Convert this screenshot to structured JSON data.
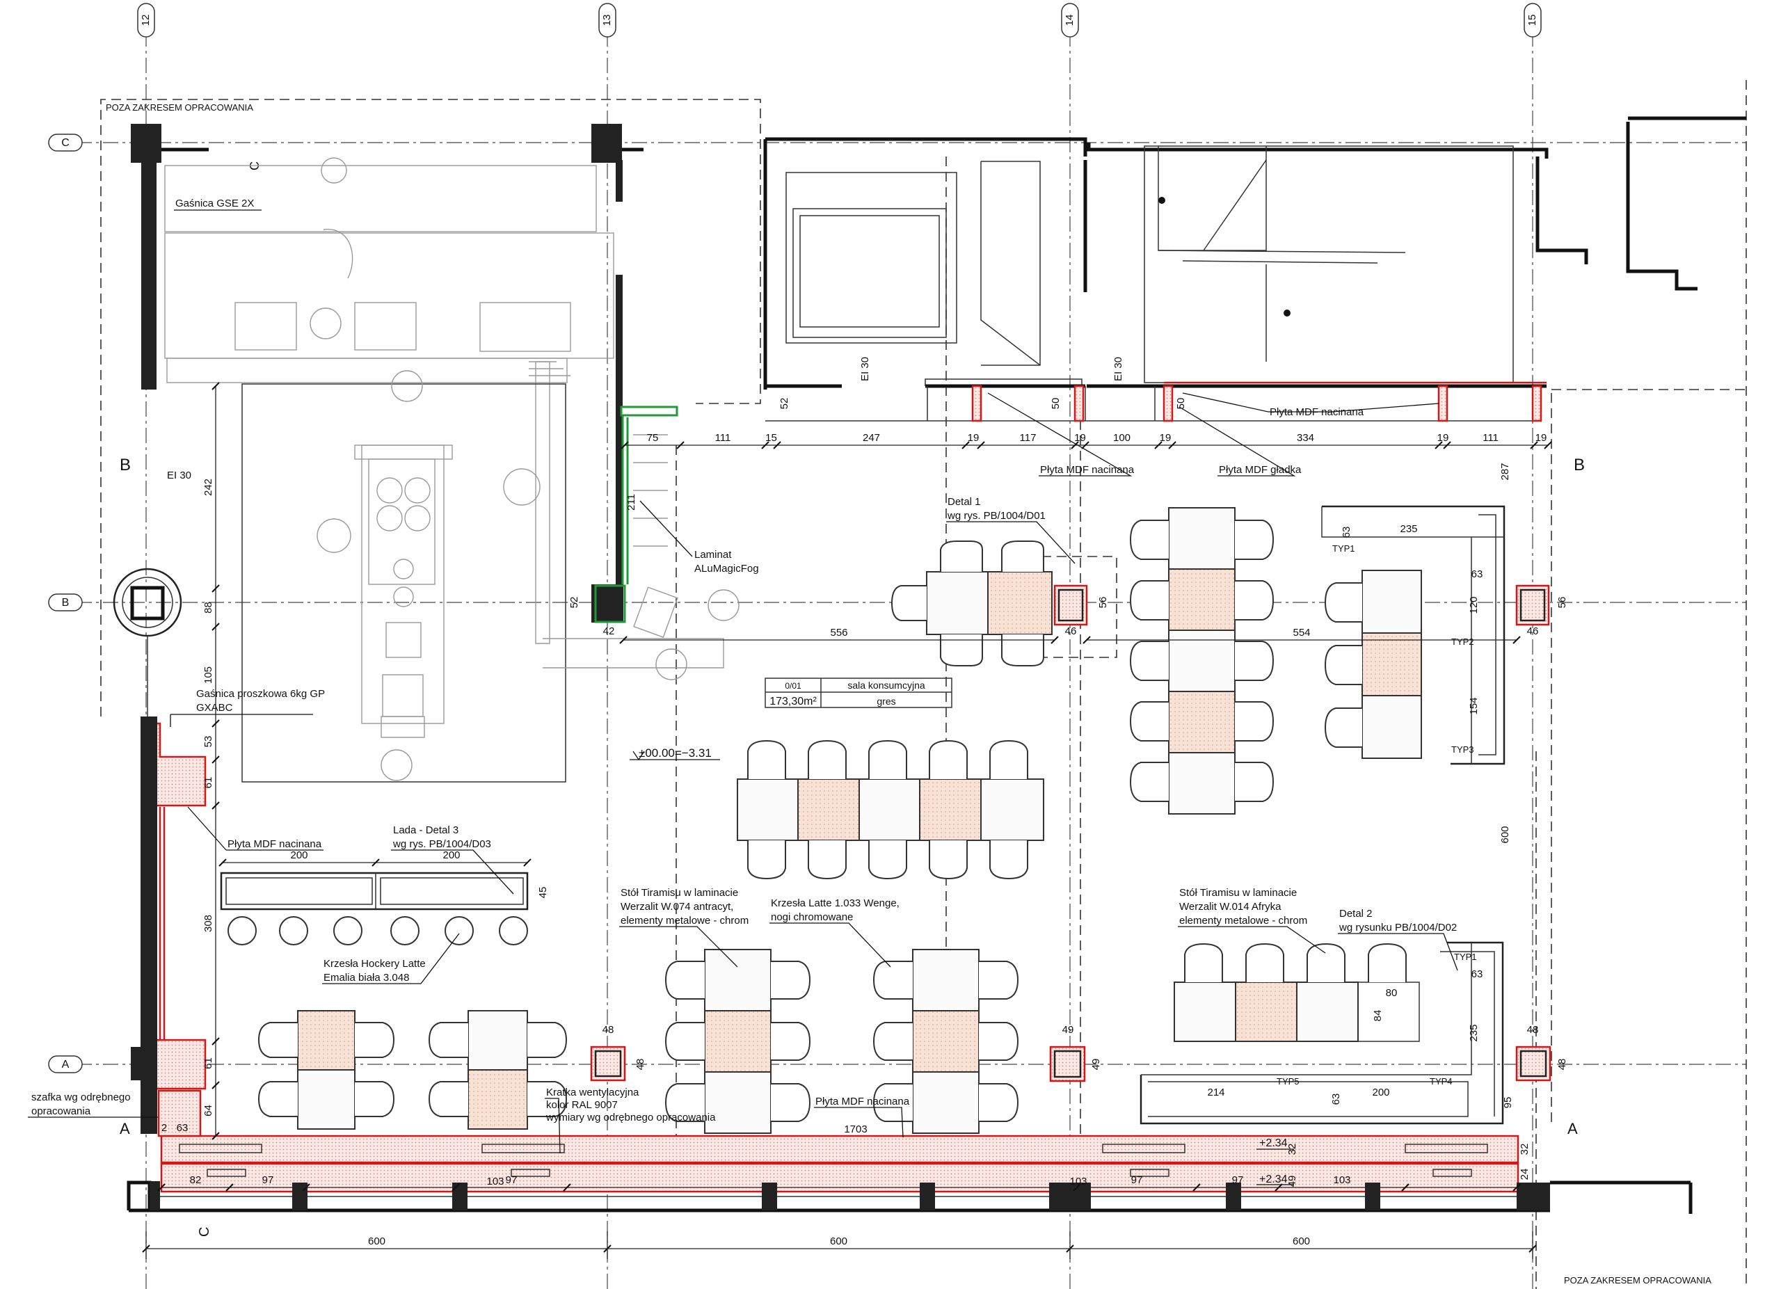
{
  "grid": {
    "columns": [
      "12",
      "13",
      "14",
      "15"
    ],
    "rows_left": [
      "C",
      "B",
      "A"
    ],
    "row_b_right": "B",
    "row_a_right": "A",
    "row_a_left_text": "A",
    "c_mark": "C"
  },
  "room": {
    "code": "0/01",
    "name": "sala konsumcyjna",
    "area": "173,30m²",
    "floor": "gres",
    "level": "±00.00=−3.31"
  },
  "boundary_labels": {
    "top_left": "POZA ZAKRESEM OPRACOWANIA",
    "bottom_right": "POZA ZAKRESEM OPRACOWANIA"
  },
  "fire_labels": [
    "EI 30",
    "EI 30",
    "EI 30"
  ],
  "notes": {
    "extinguisher_1": "Gaśnica GSE 2X",
    "extinguisher_2a": "Gaśnica proszkowa 6kg GP",
    "extinguisher_2b": "GXABC",
    "laminate_a": "Laminat",
    "laminate_b": "ALuMagicFog",
    "detail1_a": "Detal 1",
    "detail1_b": "wg rys. PB/1004/D01",
    "detail2_a": "Detal 2",
    "detail2_b": "wg rysunku PB/1004/D02",
    "counter_a": "Lada - Detal 3",
    "counter_b": "wg rys. PB/1004/D03",
    "mdf_cut_1": "Płyta MDF nacinana",
    "mdf_cut_2": "Płyta MDF nacinana",
    "mdf_cut_3": "Płyta MDF nacinana",
    "mdf_cut_4": "Płyta MDF nacinana",
    "mdf_smooth": "Płyta MDF gładka",
    "hockery_a": "Krzesła Hockery Latte",
    "hockery_b": "Emalia biała 3.048",
    "tiramisu1_a": "Stół Tiramisu w laminacie",
    "tiramisu1_b": "Werzalit W.074 antracyt,",
    "tiramisu1_c": "elementy metalowe - chrom",
    "latte_a": "Krzesła Latte 1.033 Wenge,",
    "latte_b": "nogi chromowane",
    "tiramisu2_a": "Stół Tiramisu w laminacie",
    "tiramisu2_b": "Werzalit W.014 Afryka",
    "tiramisu2_c": "elementy metalowe - chrom",
    "vent_a": "Kratka wentylacyjna",
    "vent_b": "kolor RAL 9007",
    "vent_c": "wymiary wg odrębnego opracowania",
    "cabinet_a": "szafka wg odrębnego",
    "cabinet_b": "opracowania",
    "elev_1": "+2.34",
    "elev_2": "+2.34"
  },
  "types": [
    "TYP1",
    "TYP2",
    "TYP3",
    "TYP1",
    "TYP5",
    "TYP4"
  ],
  "dims": {
    "top_row": [
      "75",
      "111",
      "15",
      "247",
      "19",
      "117",
      "19",
      "100",
      "19",
      "334",
      "19",
      "111",
      "19"
    ],
    "top_verticals": [
      "52",
      "50",
      "50"
    ],
    "col_a": [
      "242",
      "88",
      "105",
      "53",
      "61",
      "308",
      "61",
      "64"
    ],
    "mid_left": [
      "211",
      "52",
      "42",
      "556",
      "56",
      "46",
      "554",
      "46",
      "56"
    ],
    "bench_top": [
      "63",
      "235",
      "63",
      "120",
      "154"
    ],
    "right_v": [
      "287",
      "600"
    ],
    "counter": [
      "200",
      "200",
      "45"
    ],
    "lower": [
      "48",
      "48",
      "49",
      "49",
      "48",
      "48",
      "80",
      "84",
      "63",
      "235",
      "214",
      "63",
      "200",
      "95",
      "32",
      "32",
      "49",
      "24"
    ],
    "bottom_strip": [
      "2",
      "63",
      "1703",
      "82",
      "97",
      "97",
      "103",
      "103",
      "97",
      "97",
      "103"
    ],
    "bottom_totals": [
      "600",
      "600",
      "600"
    ]
  }
}
